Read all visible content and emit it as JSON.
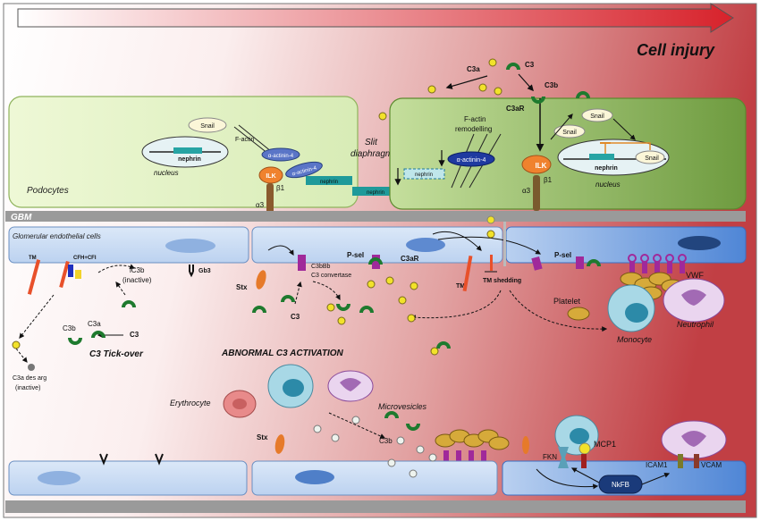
{
  "header": {
    "title": "Cell injury"
  },
  "podocytes": {
    "region_label": "Podocytes",
    "snail": "Snail",
    "nucleus": "nucleus",
    "nephrin": "nephrin",
    "factin": "F-actin",
    "actinin": "α-actinin-4",
    "ilk": "ILK",
    "alpha3": "α3",
    "beta1": "β1",
    "slit1": "Slit",
    "slit2": "diaphragm"
  },
  "injured_podocyte": {
    "c3a": "C3a",
    "c3": "C3",
    "c3b": "C3b",
    "c3ar": "C3aR",
    "factin_remod1": "F-actin",
    "factin_remod2": "remodelling",
    "actinin": "α-actinin-4",
    "nephrin": "nephrin",
    "snail": "Snail",
    "nucleus": "nucleus"
  },
  "gbm": {
    "label": "GBM"
  },
  "endothelium": {
    "label": "Glomerular endothelial cells",
    "tm": "TM",
    "cfh": "CFH+CFI",
    "ic3b1": "iC3b",
    "ic3b2": "(inactive)",
    "gb3": "Gb3",
    "c3b": "C3b",
    "c3a": "C3a",
    "c3": "C3",
    "tickover": "C3 Tick-over",
    "c3desarg1": "C3a des arg",
    "c3desarg2": "(inactive)",
    "stx": "Stx",
    "c3bbb": "C3bBb",
    "convertase": "C3 convertase",
    "psel": "P-sel",
    "c3ar": "C3aR",
    "tm2": "TM",
    "tmshed": "TM shedding",
    "platelet": "Platelet",
    "vwf": "VWF",
    "neutrophil": "Neutrophil",
    "monocyte": "Monocyte",
    "abnormal": "ABNORMAL C3 ACTIVATION"
  },
  "bottom": {
    "erythrocyte": "Erythrocyte",
    "microvesicles": "Microvesicles",
    "stx": "Stx",
    "c3b": "C3b",
    "fkn": "FKN",
    "mcp1": "MCP1",
    "nfkb": "NkFB",
    "icam1": "ICAM1",
    "vcam": "VCAM"
  },
  "colors": {
    "injury_red": "#c0343a",
    "podocyte_green": "#c6e29a",
    "endothelial_blue": "#aac8ee",
    "complement_green": "#1e7a2e"
  }
}
